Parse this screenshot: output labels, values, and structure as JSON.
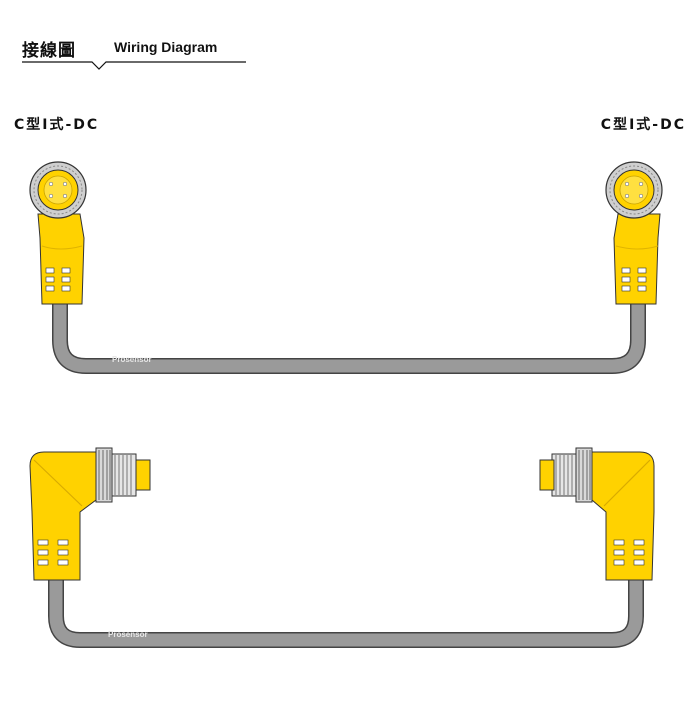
{
  "header": {
    "title_zh": "接線圖",
    "title_en": "Wiring Diagram"
  },
  "connectors": {
    "left_label": "C型I式-DC",
    "right_label": "C型I式-DC"
  },
  "cables": [
    {
      "brand": "Prosensor"
    },
    {
      "brand": "Prosensor"
    }
  ],
  "colors": {
    "connector_yellow": "#ffd200",
    "connector_shade": "#e8b800",
    "cable_gray": "#9a9a9a",
    "cable_outline": "#444444",
    "metal_silver": "#d8d8d8"
  }
}
